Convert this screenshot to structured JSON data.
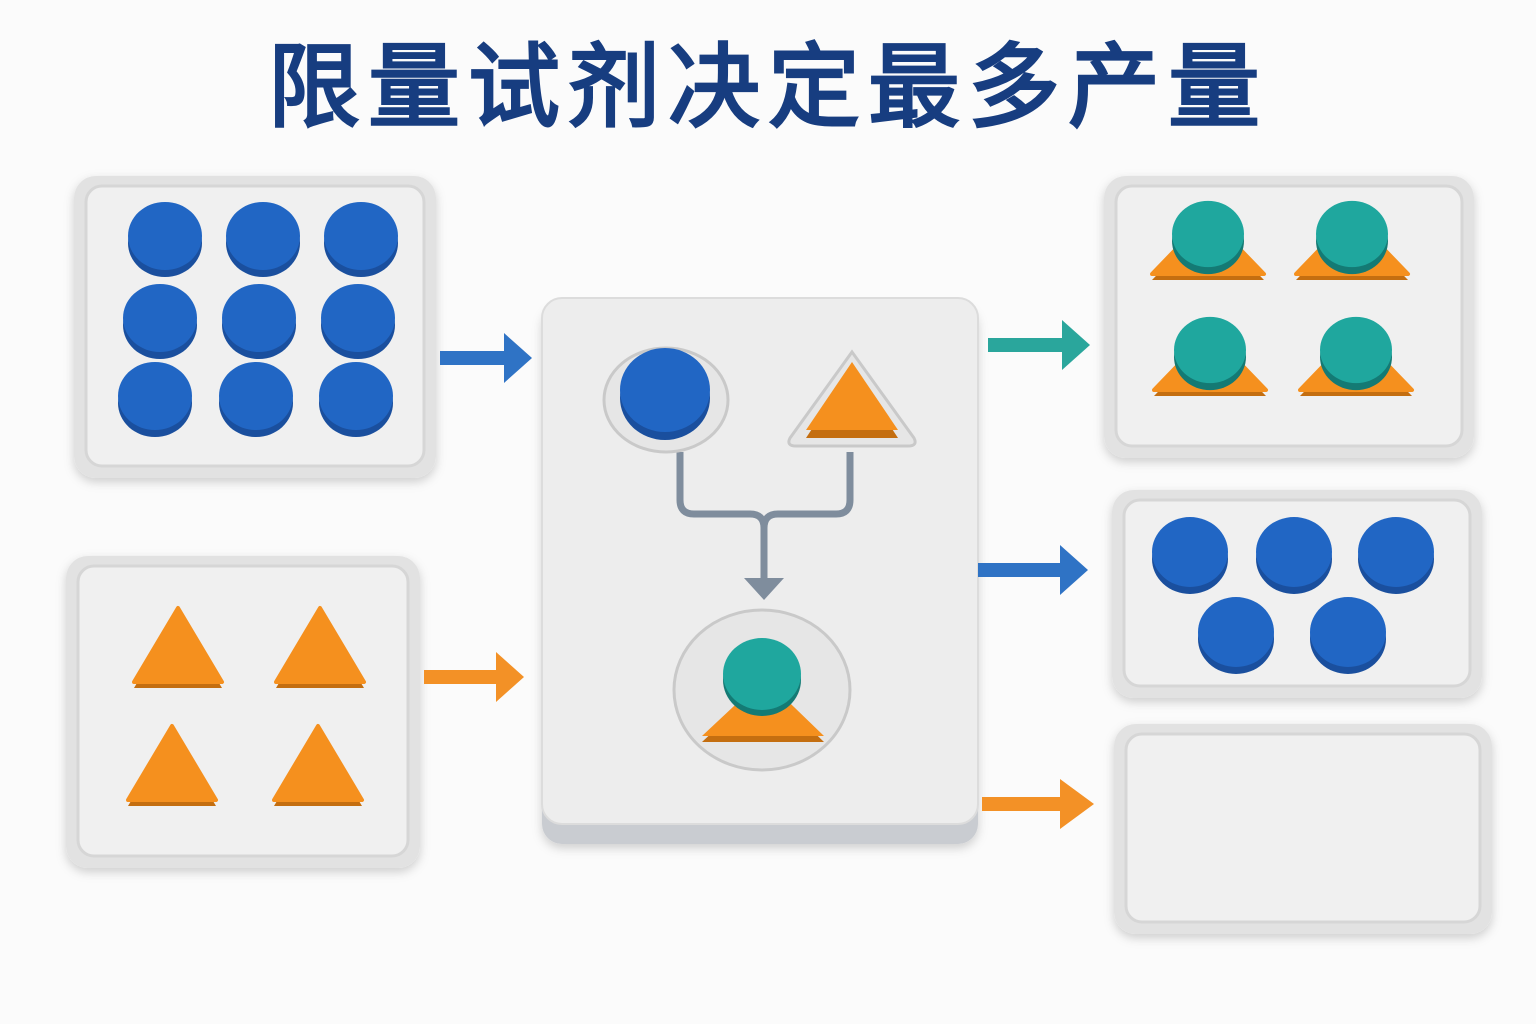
{
  "title": "限量试剂决定最多产量",
  "colors": {
    "title": "#173d80",
    "reagent_a": "#2166c4",
    "reagent_b": "#f5901e",
    "product": "#1fa79e",
    "arrow_a": "#2f73c5",
    "arrow_b": "#f39126",
    "arrow_product": "#2aa69c",
    "flow_line": "#7f8d9d",
    "tray": "#ececec"
  },
  "diagram": {
    "inputs": [
      {
        "id": "reagent-a",
        "shape": "circle",
        "count": 9
      },
      {
        "id": "reagent-b",
        "shape": "triangle",
        "count": 4
      }
    ],
    "reaction": {
      "combines": [
        "circle",
        "triangle"
      ],
      "produces": "circle-on-triangle"
    },
    "outputs": [
      {
        "id": "product",
        "shape": "circle-on-triangle",
        "count": 4
      },
      {
        "id": "leftover-reagent-a",
        "shape": "circle",
        "count": 5
      },
      {
        "id": "leftover-reagent-b",
        "shape": "triangle",
        "count": 0
      }
    ]
  }
}
